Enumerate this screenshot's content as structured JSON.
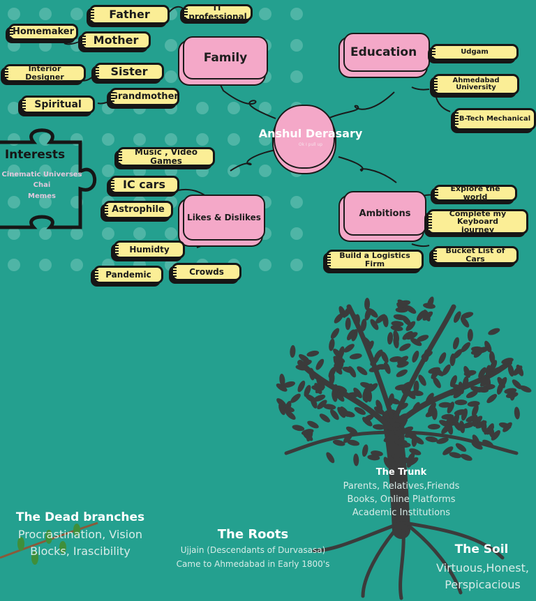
{
  "center": {
    "name": "Anshul Derasary",
    "tagline": "Ok I pull up"
  },
  "family": {
    "label": "Family",
    "items": [
      "Father",
      "IT professional",
      "Homemaker",
      "Mother",
      "Interior Designer",
      "Sister",
      "Grandmother",
      "Spiritual"
    ]
  },
  "education": {
    "label": "Education",
    "items": [
      "Udgam",
      "Ahmedabad University",
      "B-Tech Mechanical"
    ]
  },
  "interests": {
    "label": "Interests",
    "items": [
      "Cinematic Universes",
      "Chai",
      "Memes"
    ]
  },
  "likes": {
    "label": "Likes & Dislikes",
    "items": [
      "Music , Video Games",
      "IC cars",
      "Astrophile",
      "Humidty",
      "Pandemic",
      "Crowds"
    ]
  },
  "ambitions": {
    "label": "Ambitions",
    "items": [
      "Explore the world",
      "Complete my Keyboard journey",
      "Build a Logistics Firm",
      "Bucket List of Cars"
    ]
  },
  "tree": {
    "trunk": {
      "title": "The Trunk",
      "lines": [
        "Parents, Relatives,Friends",
        "Books, Online Platforms",
        "Academic Institutions"
      ]
    },
    "dead": {
      "title": "The Dead branches",
      "lines": [
        "Procrastination, Vision",
        "Blocks, Irascibility"
      ]
    },
    "roots": {
      "title": "The Roots",
      "lines": [
        "Ujjain (Descendants of Durvasasa)",
        "Came to Ahmedabad in Early 1800's"
      ]
    },
    "soil": {
      "title": "The Soil",
      "lines": [
        "Virtuous,Honest,",
        "Perspicacious"
      ]
    }
  },
  "colors": {
    "background": "#24a08f",
    "pill": "#fbee96",
    "pink": "#f4a8c8",
    "tree": "#3b3b3b"
  }
}
